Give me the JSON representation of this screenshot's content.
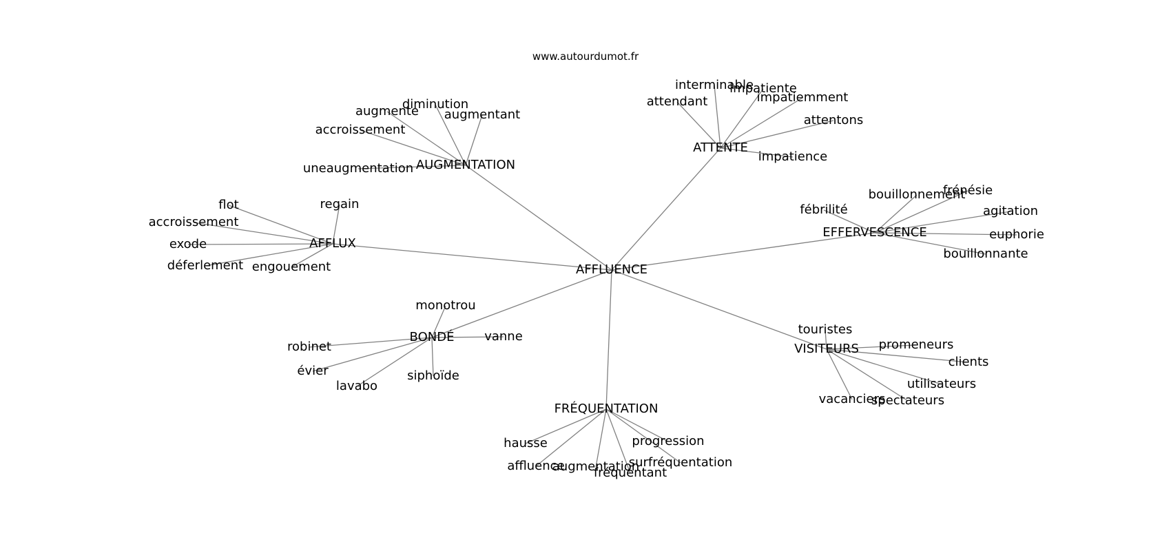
{
  "source": "www.autourdumot.fr",
  "center": "AFFLUENCE",
  "hubs": [
    {
      "label": "AUGMENTATION",
      "leaves": [
        "diminution",
        "augmente",
        "augmentant",
        "accroissement",
        "uneaugmentation"
      ]
    },
    {
      "label": "ATTENTE",
      "leaves": [
        "interminable",
        "impatiente",
        "attendant",
        "impatiemment",
        "attentons",
        "impatience"
      ]
    },
    {
      "label": "EFFERVESCENCE",
      "leaves": [
        "bouillonnement",
        "fébrilité",
        "frénésie",
        "agitation",
        "euphorie",
        "bouillonnante"
      ]
    },
    {
      "label": "VISITEURS",
      "leaves": [
        "touristes",
        "promeneurs",
        "clients",
        "utilisateurs",
        "vacanciers",
        "spectateurs"
      ]
    },
    {
      "label": "FRÉQUENTATION",
      "leaves": [
        "hausse",
        "progression",
        "surfréquentation",
        "affluence",
        "augmentation",
        "fréquentant"
      ]
    },
    {
      "label": "BONDÉ",
      "leaves": [
        "monotrou",
        "vanne",
        "robinet",
        "évier",
        "lavabo",
        "siphoïde"
      ]
    },
    {
      "label": "AFFLUX",
      "leaves": [
        "flot",
        "regain",
        "accroissement",
        "exode",
        "déferlement",
        "engouement"
      ]
    }
  ]
}
